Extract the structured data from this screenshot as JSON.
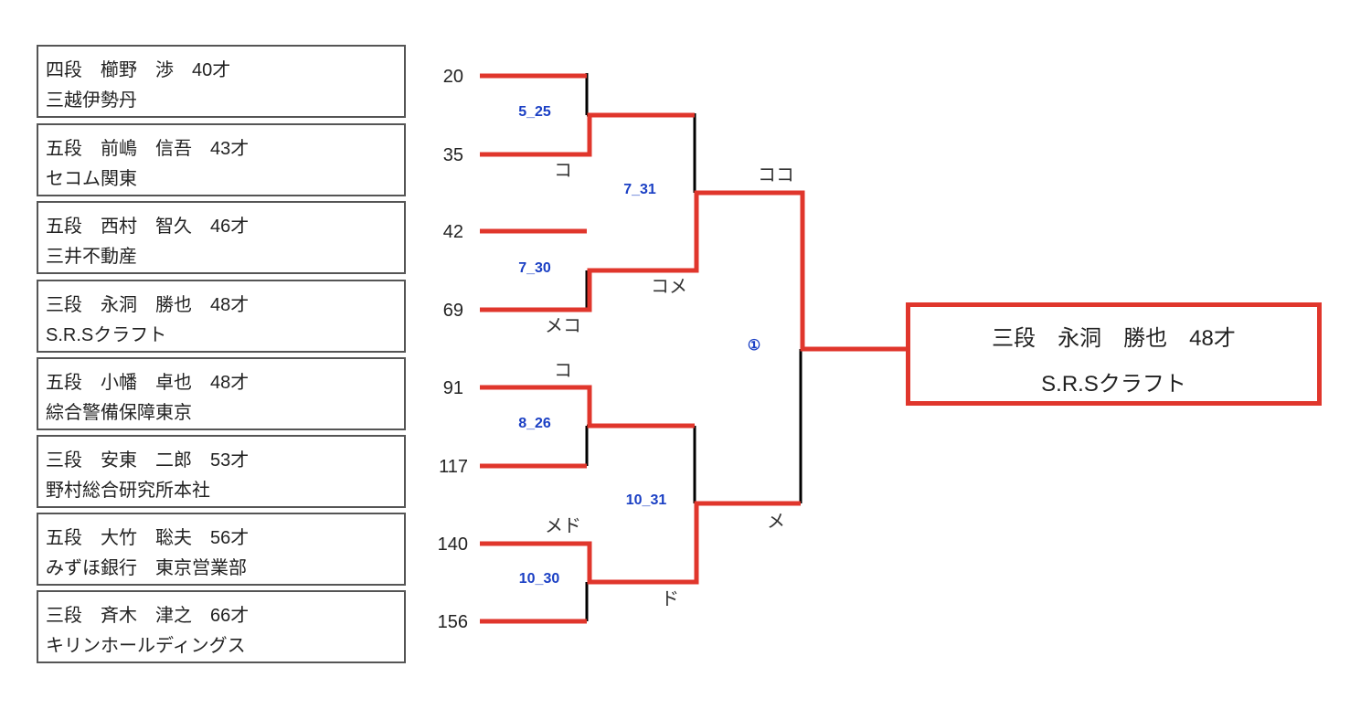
{
  "entrants": [
    {
      "seed": "20",
      "line1": "四段　櫛野　渉　40才",
      "line2": "三越伊勢丹"
    },
    {
      "seed": "35",
      "line1": "五段　前嶋　信吾　43才",
      "line2": "セコム関東"
    },
    {
      "seed": "42",
      "line1": "五段　西村　智久　46才",
      "line2": "三井不動産"
    },
    {
      "seed": "69",
      "line1": "三段　永洞　勝也　48才",
      "line2": "S.R.Sクラフト"
    },
    {
      "seed": "91",
      "line1": "五段　小幡　卓也　48才",
      "line2": "綜合警備保障東京"
    },
    {
      "seed": "117",
      "line1": "三段　安東　二郎　53才",
      "line2": "野村総合研究所本社"
    },
    {
      "seed": "140",
      "line1": "五段　大竹　聡夫　56才",
      "line2": "みずほ銀行　東京営業部"
    },
    {
      "seed": "156",
      "line1": "三段　斉木　津之　66才",
      "line2": "キリンホールディングス"
    }
  ],
  "matches": {
    "r1_m1": "5_25",
    "r1_m2": "7_30",
    "r1_m3": "8_26",
    "r1_m4": "10_30",
    "r2_m1": "7_31",
    "r2_m2": "10_31",
    "final": "①"
  },
  "scores": {
    "r1_m1_winner": "コ",
    "r1_m2_winner": "メコ",
    "r1_m3_winner": "コ",
    "r1_m4_winner": "メド",
    "r2_m1_top": "コメ",
    "r2_m2_bottom": "ド",
    "final_top": "ココ",
    "final_bottom": "メ"
  },
  "champion": {
    "line1": "三段　永洞　勝也　48才",
    "line2": "S.R.Sクラフト"
  },
  "colors": {
    "winner_line": "#e0362c",
    "loser_line": "#000000",
    "match_label": "#1a3fc4",
    "border": "#555555"
  }
}
